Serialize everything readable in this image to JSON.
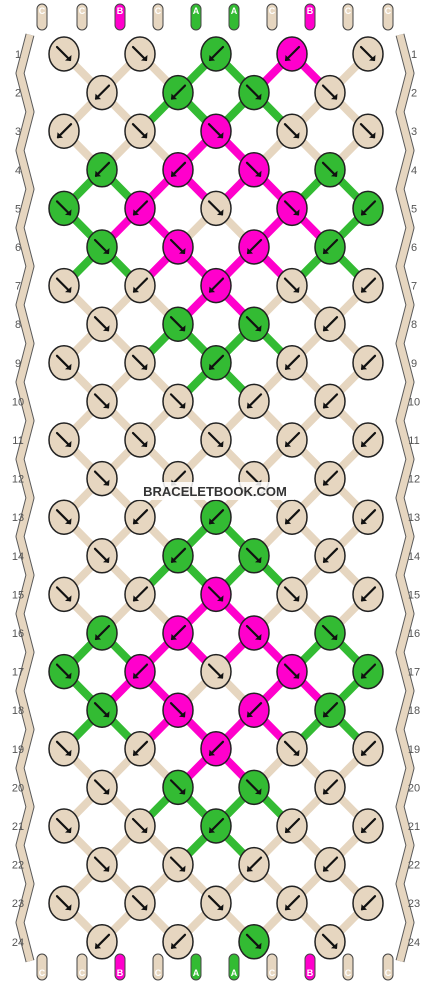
{
  "watermark": "BRACELETBOOK.COM",
  "colors": {
    "C": "#e6d6c0",
    "B": "#ff00cc",
    "A": "#33bb33"
  },
  "strands": {
    "top": [
      "C",
      "C",
      "B",
      "C",
      "A",
      "A",
      "C",
      "B",
      "C",
      "C"
    ],
    "bottom": [
      "C",
      "C",
      "B",
      "C",
      "A",
      "A",
      "C",
      "B",
      "C",
      "C"
    ]
  },
  "row_labels": [
    "1",
    "2",
    "3",
    "4",
    "5",
    "6",
    "7",
    "8",
    "9",
    "10",
    "11",
    "12",
    "13",
    "14",
    "15",
    "16",
    "17",
    "18",
    "19",
    "20",
    "21",
    "22",
    "23",
    "24"
  ],
  "knots": [
    [
      "C:se",
      "C:se",
      "A:sw",
      "B:sw",
      "C:se"
    ],
    [
      "C:sw",
      "A:sw",
      "A:se",
      "C:se"
    ],
    [
      "C:sw",
      "C:se",
      "B:se",
      "C:se",
      "C:se"
    ],
    [
      "A:sw",
      "B:sw",
      "B:se",
      "A:se"
    ],
    [
      "A:sesw",
      "B:sw",
      "C:se",
      "B:se",
      "A:swse"
    ],
    [
      "A:se",
      "B:se",
      "B:sw",
      "A:sw"
    ],
    [
      "C:se",
      "C:sw",
      "B:sw",
      "C:se",
      "C:sw"
    ],
    [
      "C:se",
      "A:se",
      "A:se",
      "C:sw"
    ],
    [
      "C:se",
      "C:se",
      "A:sw",
      "C:sw",
      "C:sw"
    ],
    [
      "C:se",
      "C:se",
      "C:sw",
      "C:sw"
    ],
    [
      "C:sesw",
      "C:se",
      "C:se",
      "C:swse",
      "C:swse"
    ],
    [
      "C:se",
      "C:sw",
      "C:se",
      "C:sw"
    ],
    [
      "C:se",
      "C:sw",
      "A:sw",
      "C:sw",
      "C:sw"
    ],
    [
      "C:se",
      "A:sw",
      "A:se",
      "C:sw"
    ],
    [
      "C:se",
      "C:sw",
      "B:se",
      "C:se",
      "C:sw"
    ],
    [
      "A:sw",
      "B:sw",
      "B:se",
      "A:se"
    ],
    [
      "A:sesw",
      "B:sw",
      "C:se",
      "B:se",
      "A:swse"
    ],
    [
      "A:se",
      "B:se",
      "B:sw",
      "A:sw"
    ],
    [
      "C:se",
      "C:sw",
      "B:sw",
      "C:se",
      "C:sw"
    ],
    [
      "C:se",
      "A:se",
      "A:se",
      "C:sw"
    ],
    [
      "C:se",
      "C:se",
      "A:sw",
      "C:sw",
      "C:sw"
    ],
    [
      "C:se",
      "C:se",
      "C:sw",
      "C:sw"
    ],
    [
      "C:sesw",
      "C:se",
      "C:se",
      "C:swse",
      "C:swse"
    ],
    [
      "C:sw",
      "C:sw",
      "A:se",
      "C:se"
    ]
  ]
}
